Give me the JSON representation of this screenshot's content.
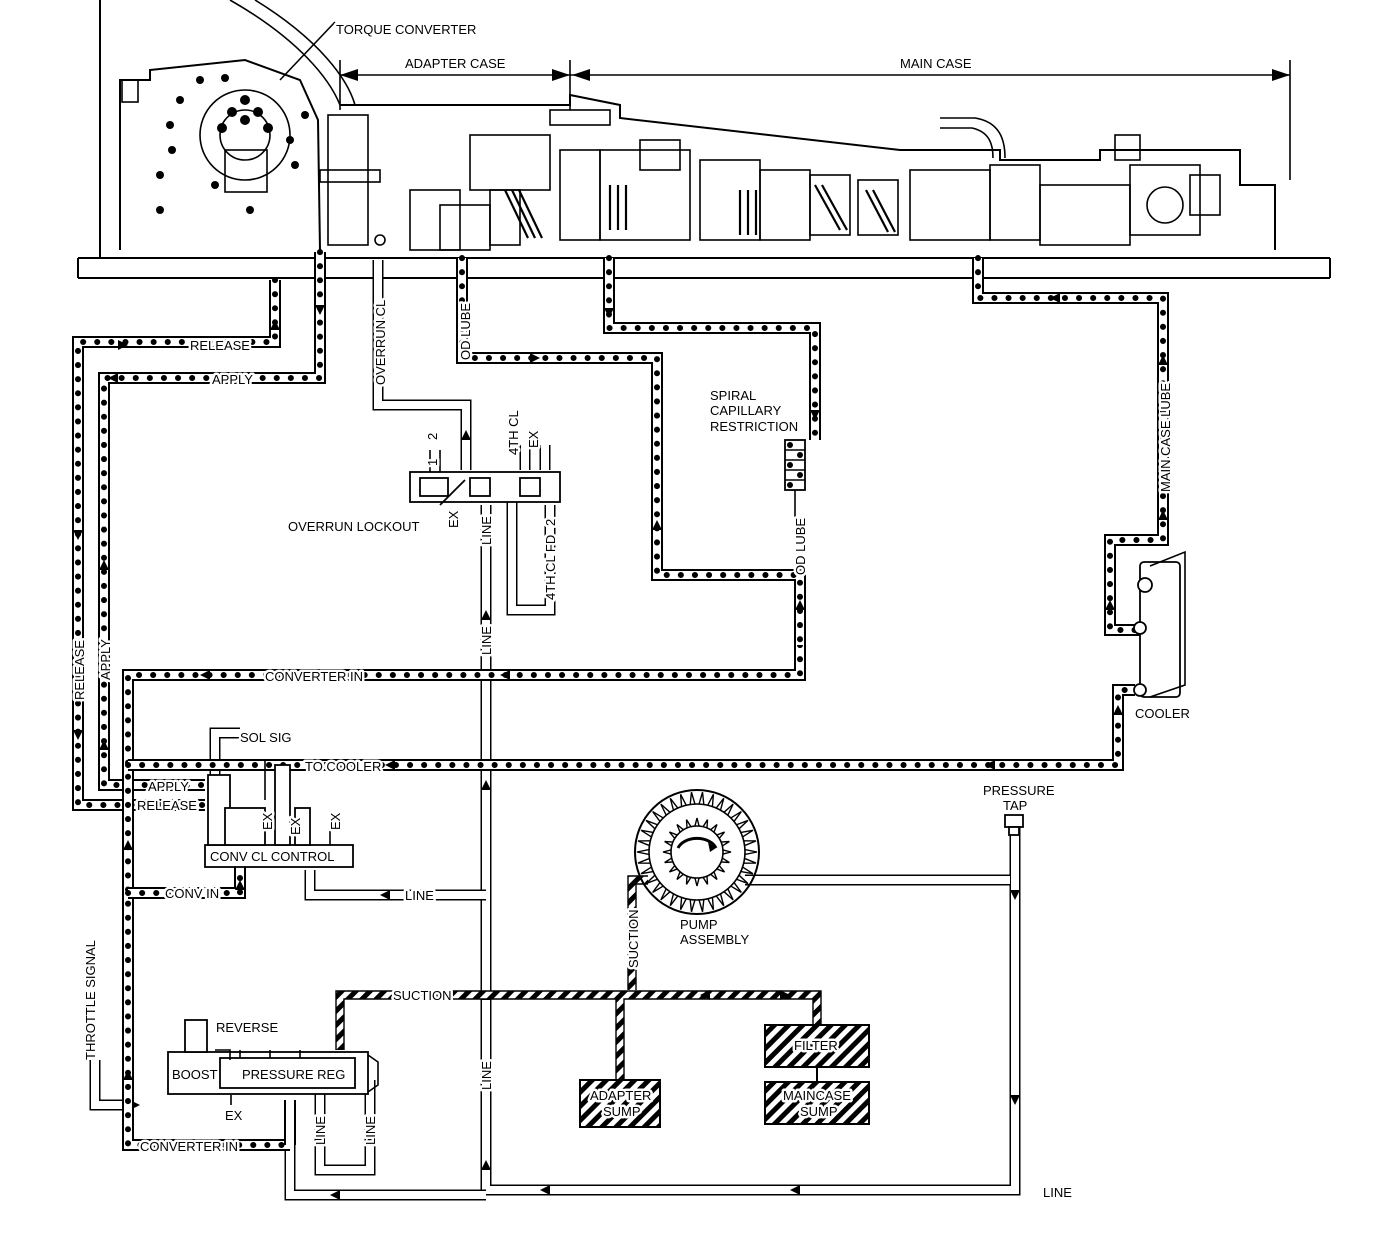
{
  "header": {
    "torque_converter": "TORQUE CONVERTER",
    "adapter_case": "ADAPTER CASE",
    "main_case": "MAIN CASE"
  },
  "labels": {
    "release_top": "RELEASE",
    "apply_top": "APPLY",
    "overrun_cl": "OVERRUN CL",
    "od_lube_top": "OD LUBE",
    "spiral_1": "SPIRAL",
    "spiral_2": "CAPILLARY",
    "spiral_3": "RESTRICTION",
    "main_case_lube": "MAIN CASE LUBE",
    "fourth_cl": "4TH CL",
    "ex_top": "EX",
    "num_1": "1",
    "num_2": "2",
    "overrun_lockout": "OVERRUN LOCKOUT",
    "ex_lockout": "EX",
    "line_lockout": "LINE",
    "fourth_cl_fd": "4TH CL FD",
    "fd_2": "2",
    "od_lube_right": "OD LUBE",
    "line_mid": "LINE",
    "converter_in_mid": "CONVERTER IN",
    "release_vert": "RELEASE",
    "apply_vert": "APPLY",
    "cooler": "COOLER",
    "sol_sig": "SOL SIG",
    "to_cooler": "TO COOLER",
    "apply_low": "APPLY",
    "release_low": "RELEASE",
    "ex_a": "EX",
    "ex_b": "EX",
    "ex_c": "EX",
    "conv_cl_control": "CONV CL CONTROL",
    "conv_in": "CONV IN",
    "line_ccc": "LINE",
    "pressure_tap_1": "PRESSURE",
    "pressure_tap_2": "TAP",
    "pump_1": "PUMP",
    "pump_2": "ASSEMBLY",
    "suction_vert": "SUCTION",
    "suction_horiz": "SUCTION",
    "throttle_signal": "THROTTLE SIGNAL",
    "reverse": "REVERSE",
    "boost": "BOOST",
    "pressure_reg": "PRESSURE REG",
    "ex_preg": "EX",
    "converter_in_low": "CONVERTER IN",
    "line_v1": "LINE",
    "line_v2": "LINE",
    "line_v3": "LINE",
    "filter": "FILTER",
    "adapter_sump_1": "ADAPTER",
    "adapter_sump_2": "SUMP",
    "maincase_sump_1": "MAINCASE",
    "maincase_sump_2": "SUMP",
    "line_bottom": "LINE"
  }
}
